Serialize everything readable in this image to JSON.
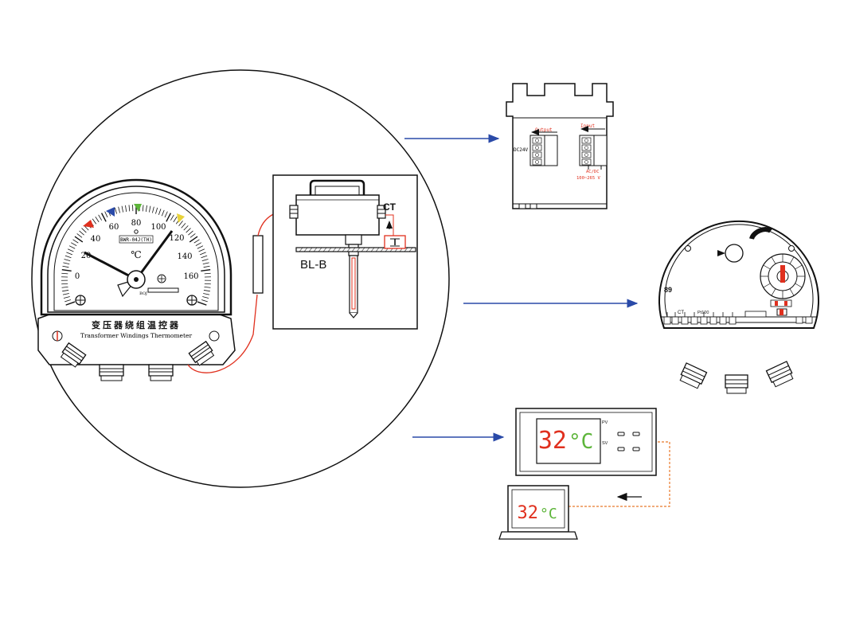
{
  "thermometer": {
    "scale": [
      "0",
      "20",
      "40",
      "60",
      "80",
      "100",
      "120",
      "140",
      "160"
    ],
    "unit": "℃",
    "model": "BWR-04J(TH)",
    "title_cn": "变压器绕组温控器",
    "title_en": "Transformer Windings Thermometer",
    "bottom_label": "BOJ"
  },
  "heater": {
    "label": "BL-B",
    "ct_label": "CT"
  },
  "transmitter": {
    "output_label": "Output",
    "input_label": "Input",
    "dc_label": "DC24V",
    "power_label": "AC/DC",
    "power_range": "100~265 V"
  },
  "controller": {
    "ct_label": "CT",
    "pt_label": "Pt100"
  },
  "display_unit": {
    "pv_label": "PV",
    "sv_label": "SV",
    "temperature": "32",
    "unit": "°C"
  },
  "computer": {
    "temperature": "32",
    "unit": "°C"
  },
  "colors": {
    "arrow": "#2a4aa8",
    "wire": "#e0301e",
    "digit_red": "#e0301e",
    "digit_green": "#5db53a"
  }
}
